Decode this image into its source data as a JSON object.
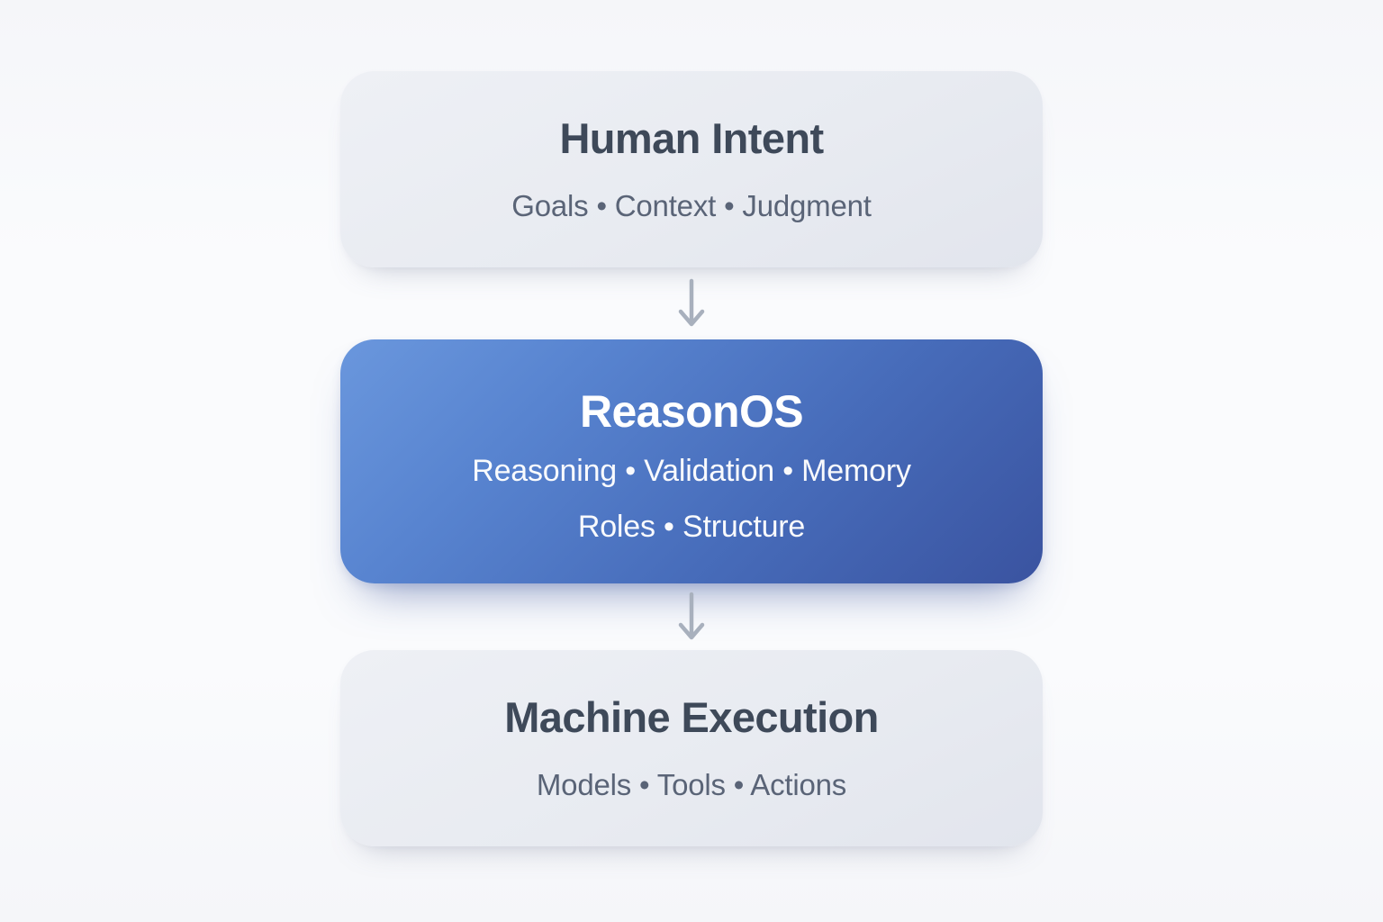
{
  "diagram": {
    "type": "flow",
    "direction": "top-down",
    "nodes": [
      {
        "id": "human-intent",
        "variant": "light",
        "title": "Human Intent",
        "subtitle_lines": [
          "Goals • Context • Judgment"
        ]
      },
      {
        "id": "reasonos",
        "variant": "accent",
        "title": "ReasonOS",
        "subtitle_lines": [
          "Reasoning • Validation • Memory",
          "Roles • Structure"
        ]
      },
      {
        "id": "machine-execution",
        "variant": "light",
        "title": "Machine Execution",
        "subtitle_lines": [
          "Models • Tools • Actions"
        ]
      }
    ],
    "connectors": [
      {
        "from": "human-intent",
        "to": "reasonos",
        "icon": "arrow-down-icon"
      },
      {
        "from": "reasonos",
        "to": "machine-execution",
        "icon": "arrow-down-icon"
      }
    ],
    "colors": {
      "page_background": "#f8f9fb",
      "light_node_top": "#eef0f5",
      "light_node_bottom": "#e2e5ed",
      "accent_node_top": "#6a97dd",
      "accent_node_bottom": "#3a53a0",
      "title_text": "#3e4959",
      "subtitle_text": "#5a6477",
      "accent_text": "#ffffff",
      "arrow": "#a8b0bd"
    }
  }
}
